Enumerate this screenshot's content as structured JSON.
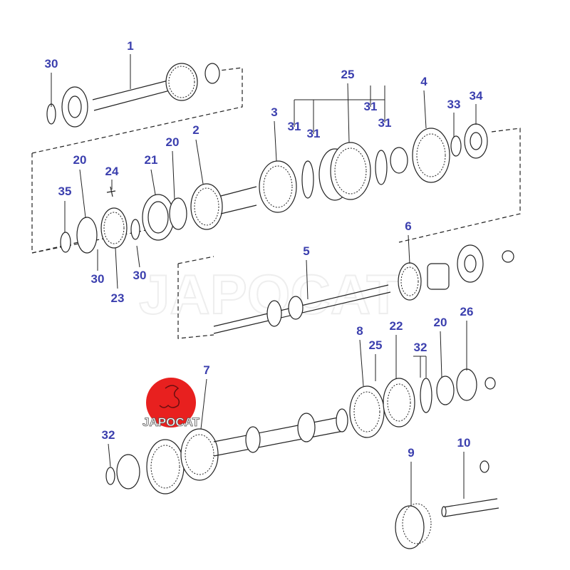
{
  "diagram": {
    "watermark": "JAPOCAT",
    "logo_text": "JAPOCAT",
    "label_color": "#3b3fae",
    "logo_color": "#e8201f",
    "callouts": [
      "30",
      "1",
      "25",
      "4",
      "33",
      "34",
      "3",
      "31",
      "31",
      "31",
      "31",
      "2",
      "20",
      "21",
      "20",
      "24",
      "35",
      "30",
      "30",
      "23",
      "5",
      "6",
      "8",
      "22",
      "20",
      "26",
      "25",
      "32",
      "7",
      "32",
      "9",
      "10"
    ]
  }
}
